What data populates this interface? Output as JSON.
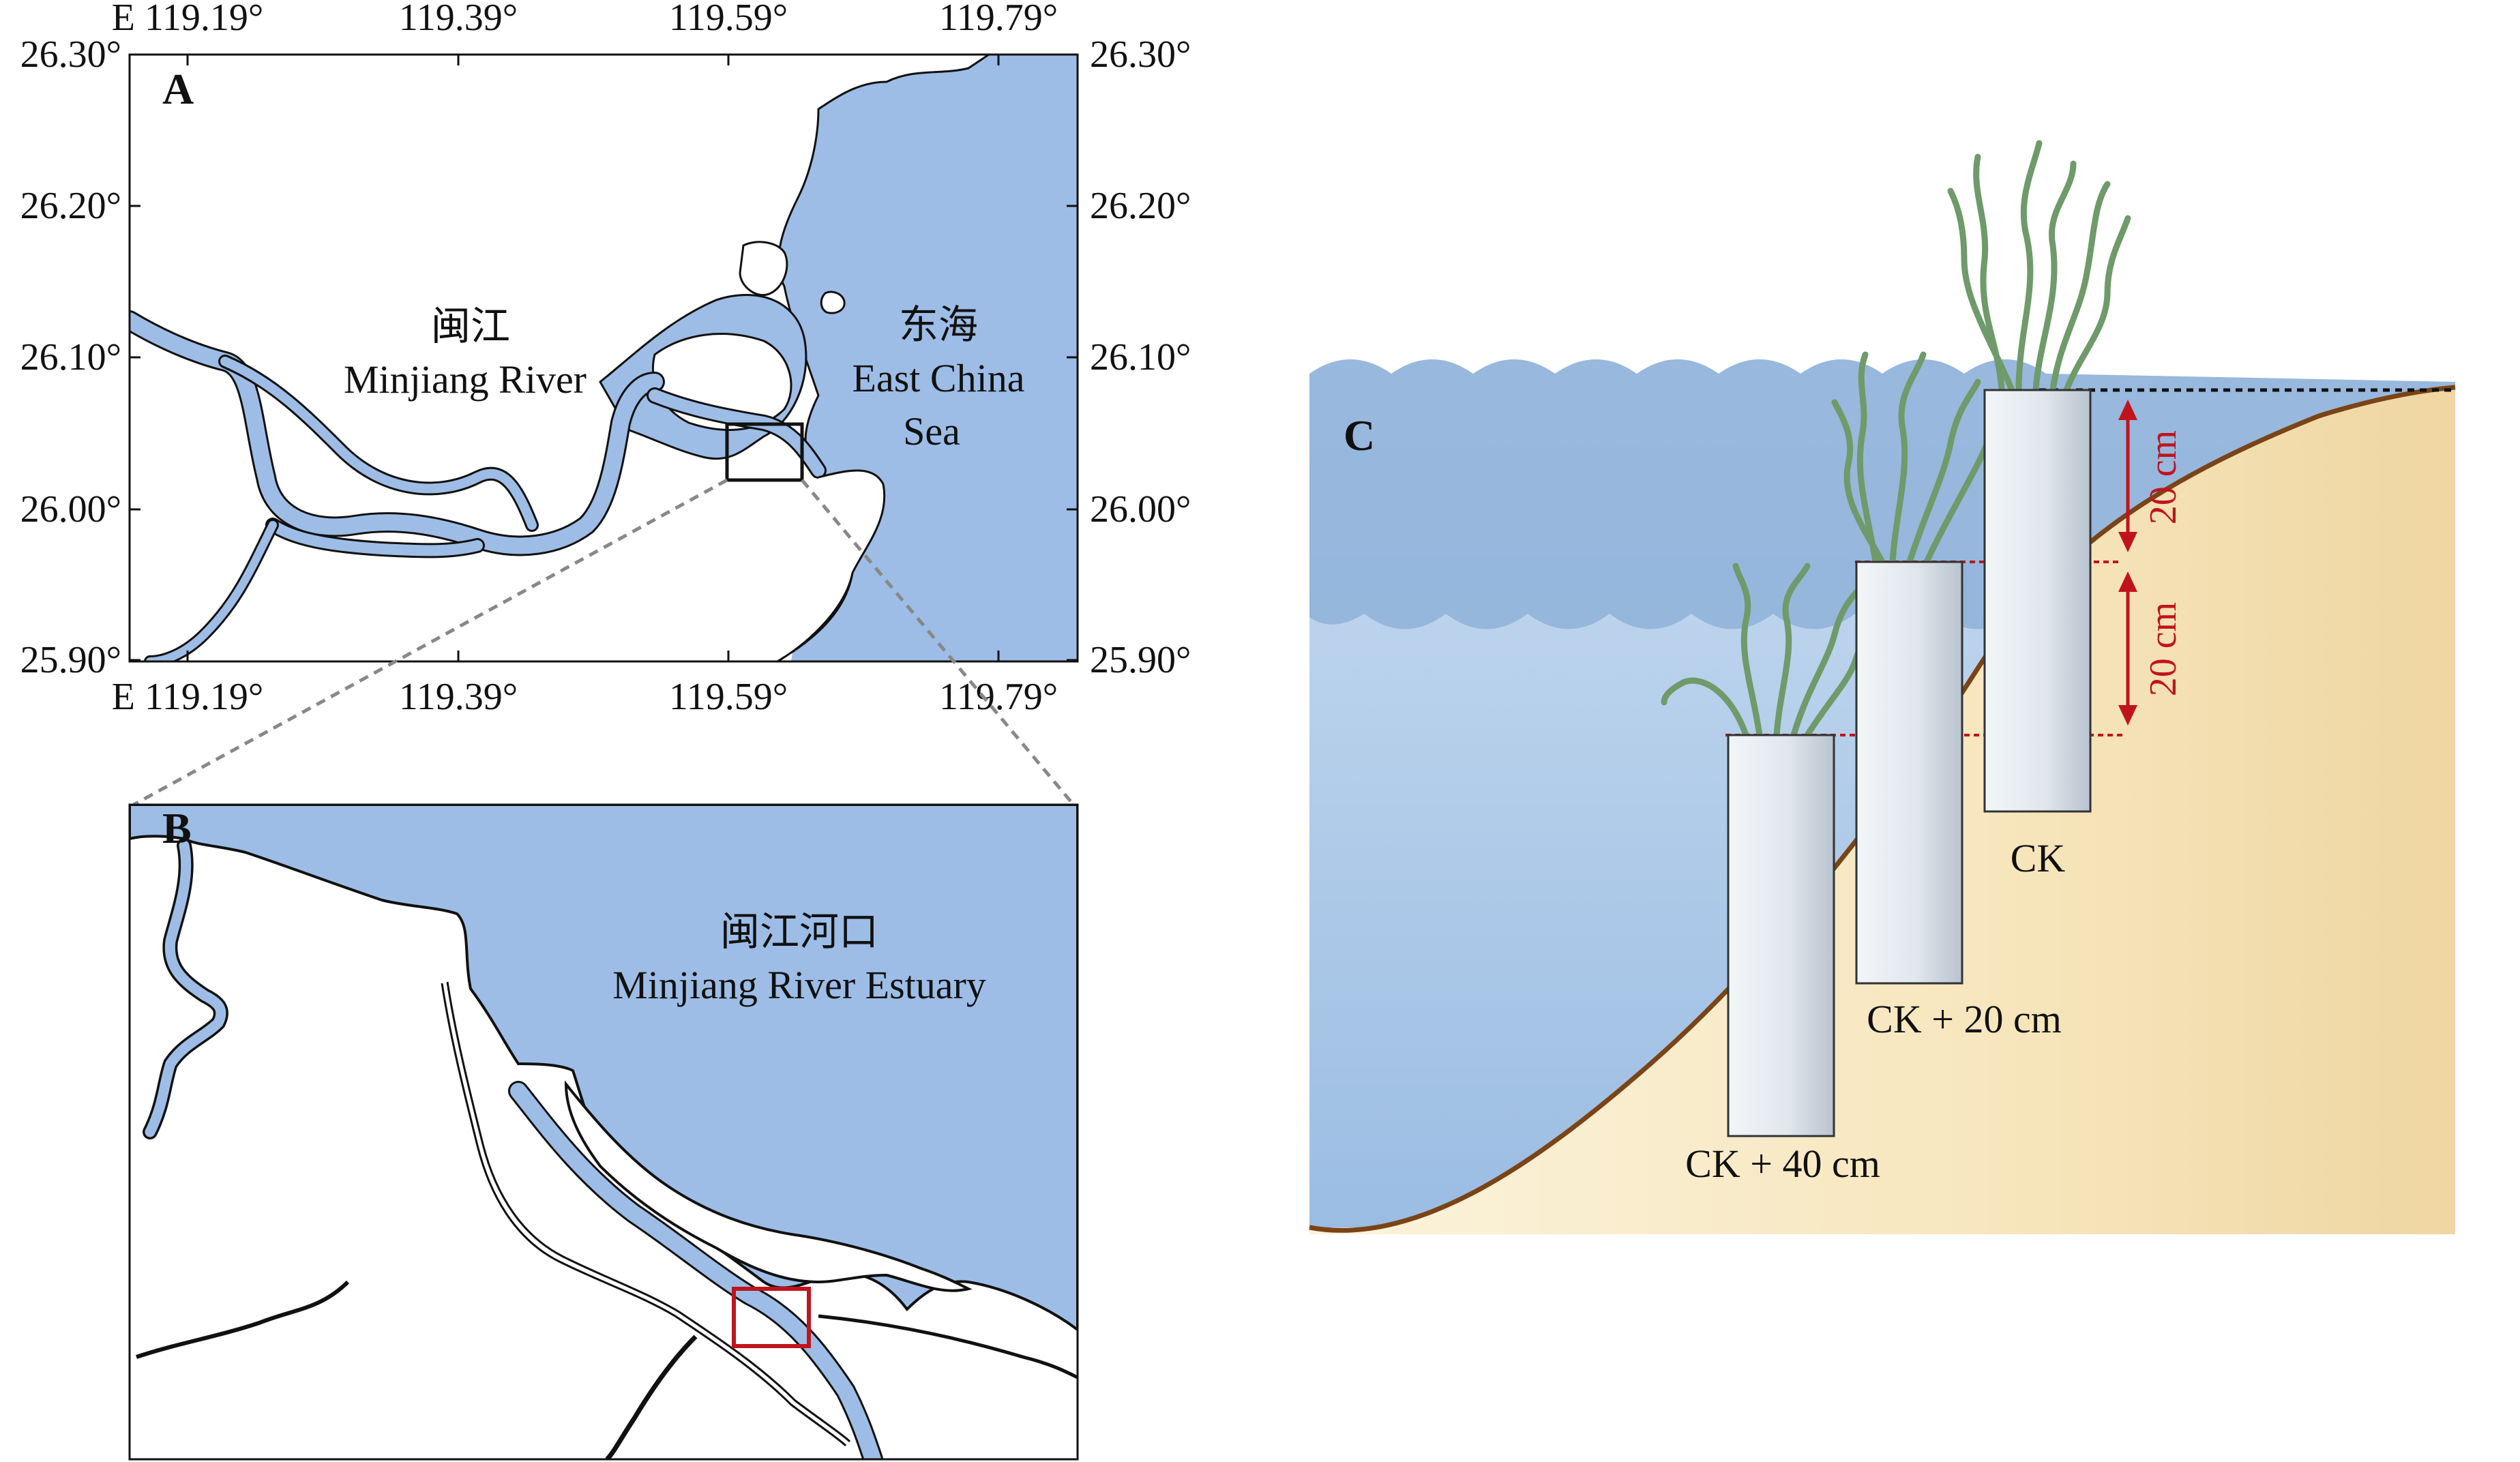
{
  "panel_a": {
    "label": "A",
    "lon_ticks_top": [
      "E 119.19°",
      "119.39°",
      "119.59°",
      "119.79°"
    ],
    "lon_ticks_bottom": [
      "E 119.19°",
      "119.39°",
      "119.59°",
      "119.79°"
    ],
    "lat_ticks_left": [
      "26.30°",
      "26.20°",
      "26.10°",
      "26.00°",
      "25.90°"
    ],
    "lat_ticks_right": [
      "26.30°",
      "26.20°",
      "26.10°",
      "26.00°",
      "25.90°"
    ],
    "river_label_cn": "闽江",
    "river_label_en": "Minjiang River",
    "sea_label_cn": "东海",
    "sea_label_en_1": "East China",
    "sea_label_en_2": "Sea"
  },
  "panel_b": {
    "label": "B",
    "estuary_label_cn": "闽江河口",
    "estuary_label_en": "Minjiang River Estuary"
  },
  "panel_c": {
    "label": "C",
    "interval_1": "20 cm",
    "interval_2": "20 cm",
    "tube_labels": [
      "CK",
      "CK + 20 cm",
      "CK + 40 cm"
    ]
  },
  "colors": {
    "water": "#9dbde6",
    "land": "#ffffff",
    "coast": "#111111",
    "inset_box_a": "#111111",
    "inset_box_b": "#c0141c",
    "connector": "#888888",
    "sea_c_top": "#8fb2d9",
    "sea_c_bottom": "#a9c7e8",
    "sediment_light": "#fbf1d6",
    "sediment_dark": "#f0d9a8",
    "shore_line": "#7a4416",
    "tube": "#dfe5eb",
    "arrow_red": "#c0141c",
    "seagrass": "#6f9a6a"
  },
  "icons": [
    "seagrass-icon",
    "double-arrow-icon",
    "dashed-level-line"
  ]
}
